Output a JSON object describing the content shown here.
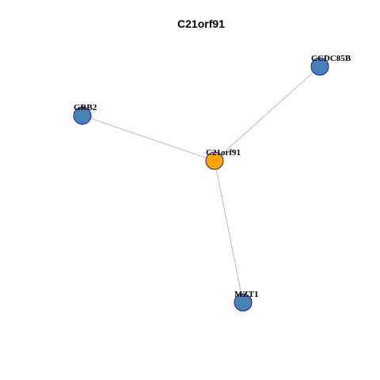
{
  "title": "C21orf91",
  "colors": {
    "center_node_fill": "#FFA500",
    "neighbor_node_fill": "#4682B4",
    "node_border": "#1C1CAA",
    "edge": "#B3B3B3"
  },
  "nodes": [
    {
      "id": "C21orf91",
      "label": "C21orf91",
      "role": "center"
    },
    {
      "id": "CCDC85B",
      "label": "CCDC85B",
      "role": "neighbor"
    },
    {
      "id": "GRB2",
      "label": "GRB2",
      "role": "neighbor"
    },
    {
      "id": "MZT1",
      "label": "MZT1",
      "role": "neighbor"
    }
  ],
  "edges": [
    {
      "source": "C21orf91",
      "target": "CCDC85B"
    },
    {
      "source": "C21orf91",
      "target": "GRB2"
    },
    {
      "source": "C21orf91",
      "target": "MZT1"
    }
  ]
}
